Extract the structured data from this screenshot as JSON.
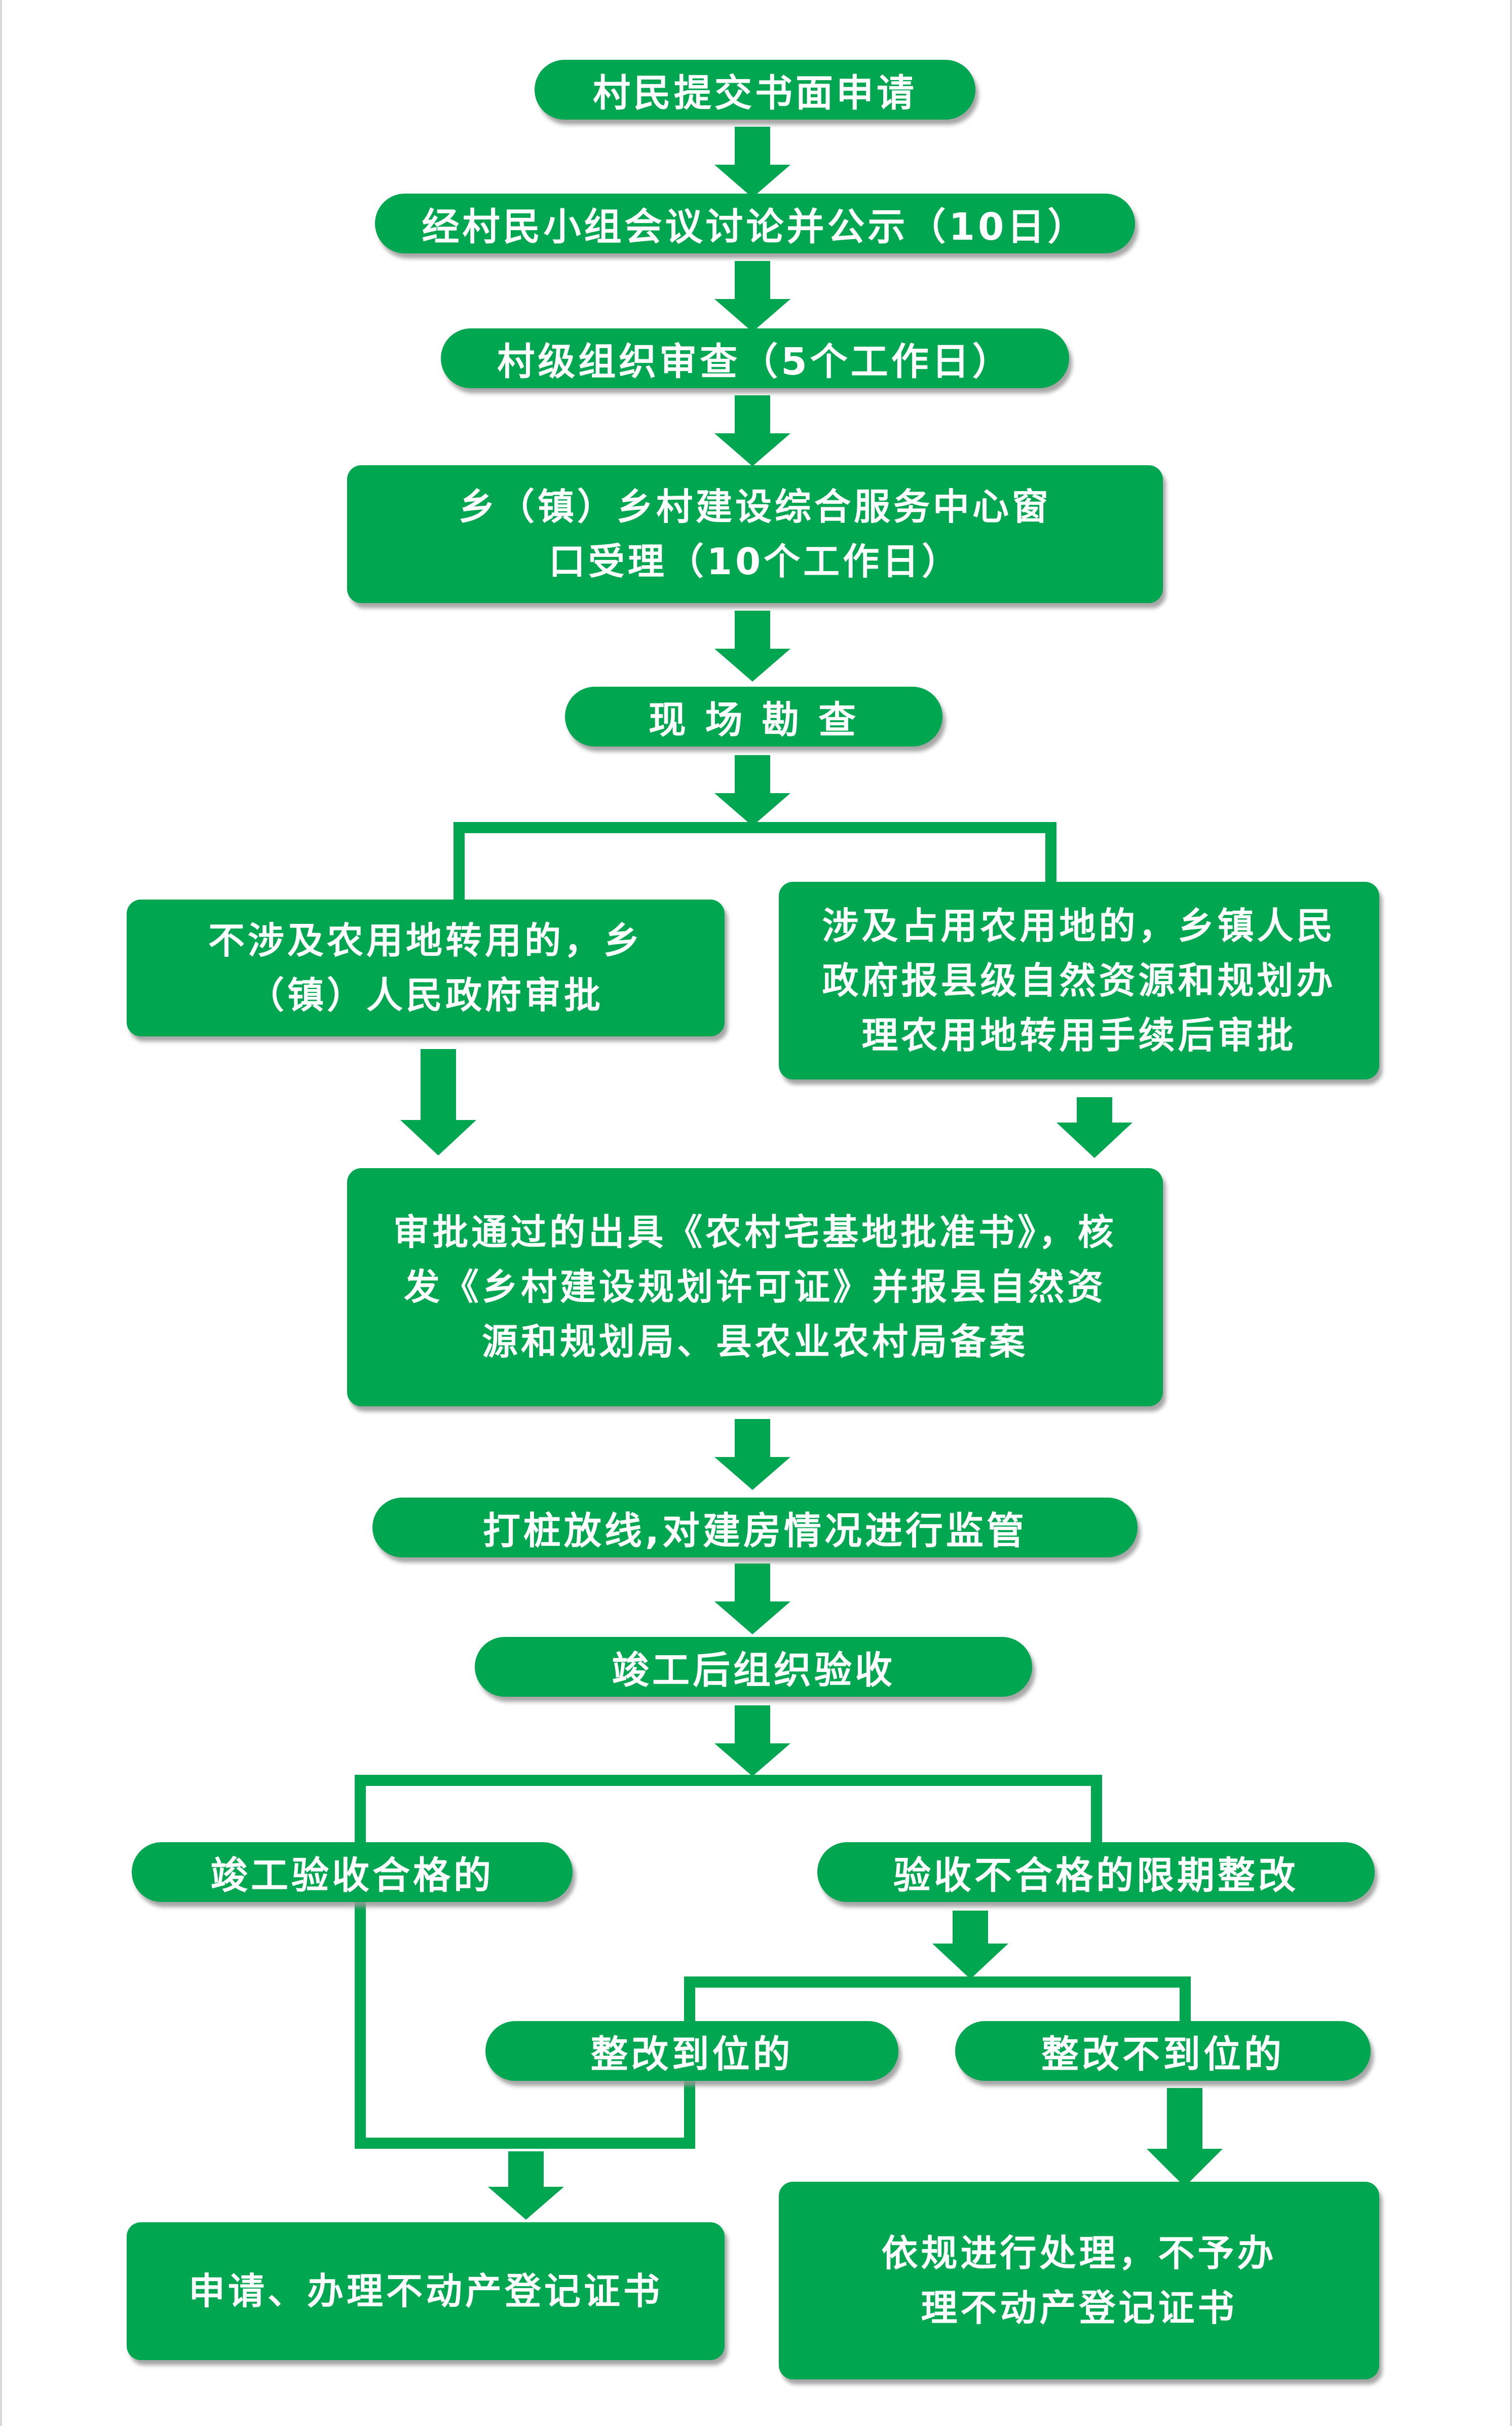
{
  "steps": {
    "s1": "村民提交书面申请",
    "s2": "经村民小组会议讨论并公示（10日）",
    "s3": "村级组织审查（5个工作日）",
    "s4": "乡（镇）乡村建设综合服务中心窗口受理（10个工作日）",
    "s5": "现 场 勘 查",
    "s6a": "不涉及农用地转用的，乡（镇）人民政府审批",
    "s6b": "涉及占用农用地的，乡镇人民政府报县级自然资源和规划办理农用地转用手续后审批",
    "s7": "审批通过的出具《农村宅基地批准书》，核发《乡村建设规划许可证》并报县自然资源和规划局、县农业农村局备案",
    "s8": "打桩放线,对建房情况进行监管",
    "s9": "竣工后组织验收",
    "s10a": "竣工验收合格的",
    "s10b": "验收不合格的限期整改",
    "s11a": "整改到位的",
    "s11b": "整改不到位的",
    "s12a": "申请、办理不动产登记证书",
    "s12b": "依规进行处理，不予办理不动产登记证书"
  },
  "colors": {
    "box": "#00a650",
    "text": "#ffffff"
  }
}
